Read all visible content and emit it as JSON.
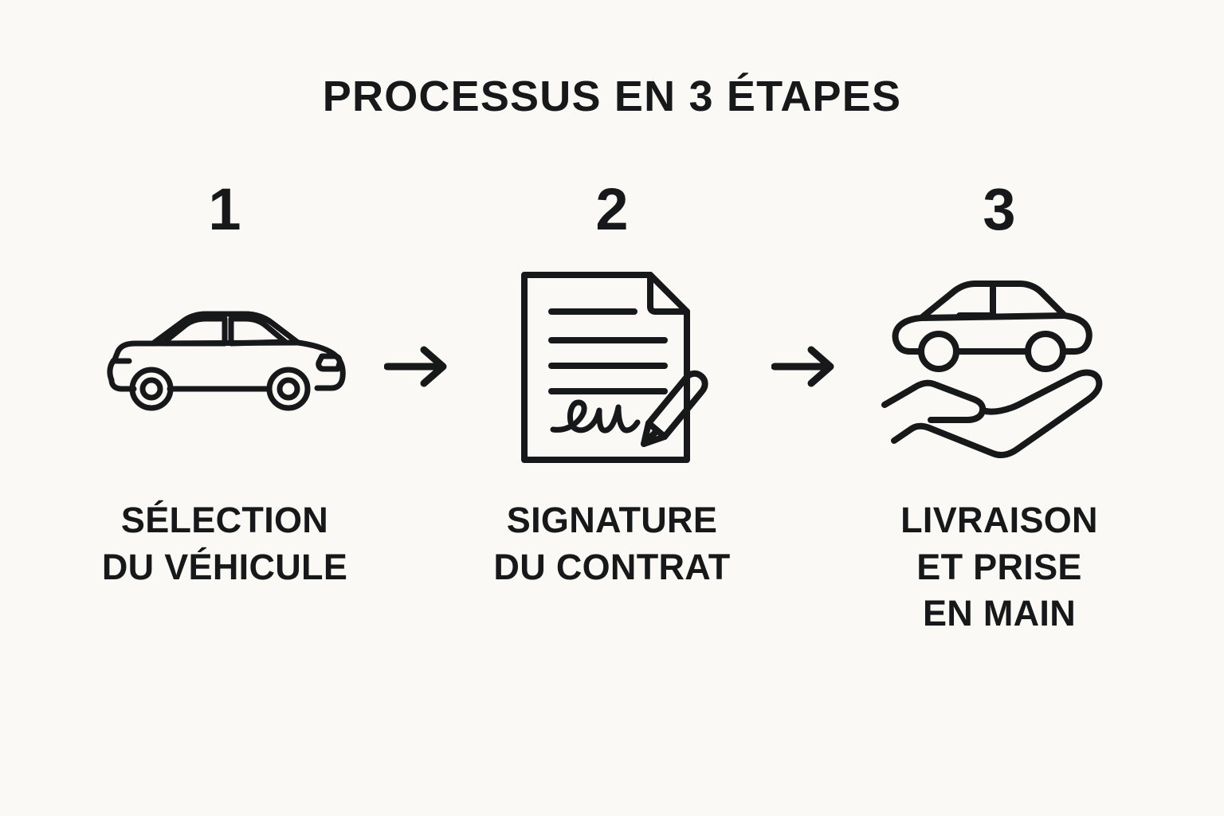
{
  "page": {
    "background_color": "#faf9f5",
    "ink_color": "#17181a",
    "language": "fr"
  },
  "header": {
    "title": "PROCESSUS EN 3 ÉTAPES"
  },
  "steps": [
    {
      "number": "1",
      "label": "SÉLECTION\nDU VÉHICULE",
      "icon": "sedan-car-side-icon"
    },
    {
      "number": "2",
      "label": "SIGNATURE\nDU CONTRAT",
      "icon": "signed-document-pen-icon"
    },
    {
      "number": "3",
      "label": "LIVRAISON\nET PRISE\nEN MAIN",
      "icon": "car-in-hand-icon"
    }
  ],
  "connectors": [
    {
      "icon": "arrow-right-icon"
    },
    {
      "icon": "arrow-right-icon"
    }
  ]
}
